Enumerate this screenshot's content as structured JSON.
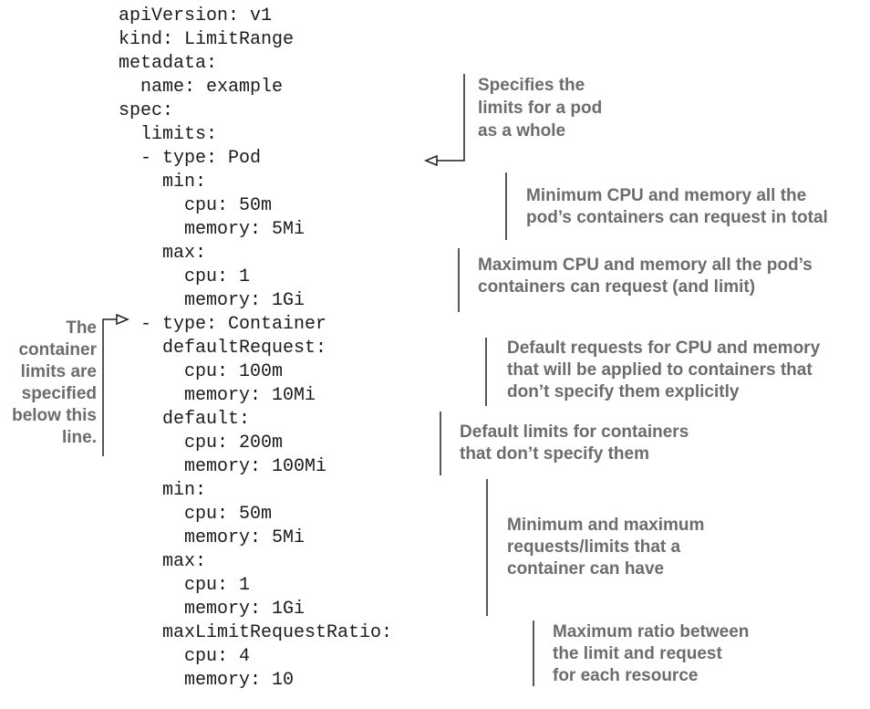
{
  "figure": {
    "kind": "annotated-yaml-listing",
    "subject": "Kubernetes LimitRange manifest with callout annotations"
  },
  "code": {
    "language": "yaml",
    "yaml": "apiVersion: v1\nkind: LimitRange\nmetadata:\n  name: example\nspec:\n  limits:\n  - type: Pod\n    min:\n      cpu: 50m\n      memory: 5Mi\n    max:\n      cpu: 1\n      memory: 1Gi\n  - type: Container\n    defaultRequest:\n      cpu: 100m\n      memory: 10Mi\n    default:\n      cpu: 200m\n      memory: 100Mi\n    min:\n      cpu: 50m\n      memory: 5Mi\n    max:\n      cpu: 1\n      memory: 1Gi\n    maxLimitRequestRatio:\n      cpu: 4\n      memory: 10"
  },
  "annotations": {
    "pod_type": "Specifies the\nlimits for a pod\nas a whole",
    "pod_min": "Minimum CPU and memory all the\npod’s containers can request in total",
    "pod_max": "Maximum CPU and memory all the pod’s\ncontainers can request (and limit)",
    "default_request": "Default requests for CPU and memory\nthat will be applied to containers that\ndon’t specify them explicitly",
    "default_limit": "Default limits for containers\nthat don’t specify them",
    "container_minmax": "Minimum and maximum\nrequests/limits that a\ncontainer can have",
    "max_ratio": "Maximum ratio between\nthe limit and request\nfor each resource",
    "container_left": "The\ncontainer\nlimits are\nspecified\nbelow this\nline."
  },
  "colors": {
    "background": "#ffffff",
    "code_text": "#1b1b1b",
    "annotation_text": "#6b6c6e",
    "line": "#1f1f1f"
  }
}
